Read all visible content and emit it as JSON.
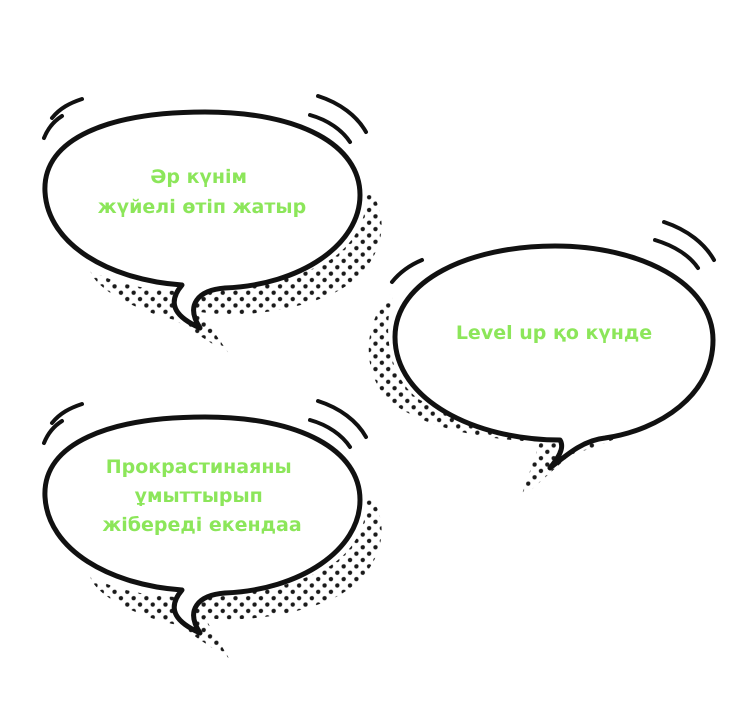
{
  "colors": {
    "text": "#8ce65a",
    "outline": "#111111",
    "fill": "#ffffff",
    "dots": "#1a1a1a"
  },
  "bubbles": [
    {
      "lines": [
        "Әр күнім",
        "жүйелі өтіп жатыр"
      ]
    },
    {
      "lines": [
        "Level up қо күнде"
      ]
    },
    {
      "lines": [
        "Прокрастинаяны",
        "ұмыттырып",
        "жібереді екендаа"
      ]
    }
  ]
}
